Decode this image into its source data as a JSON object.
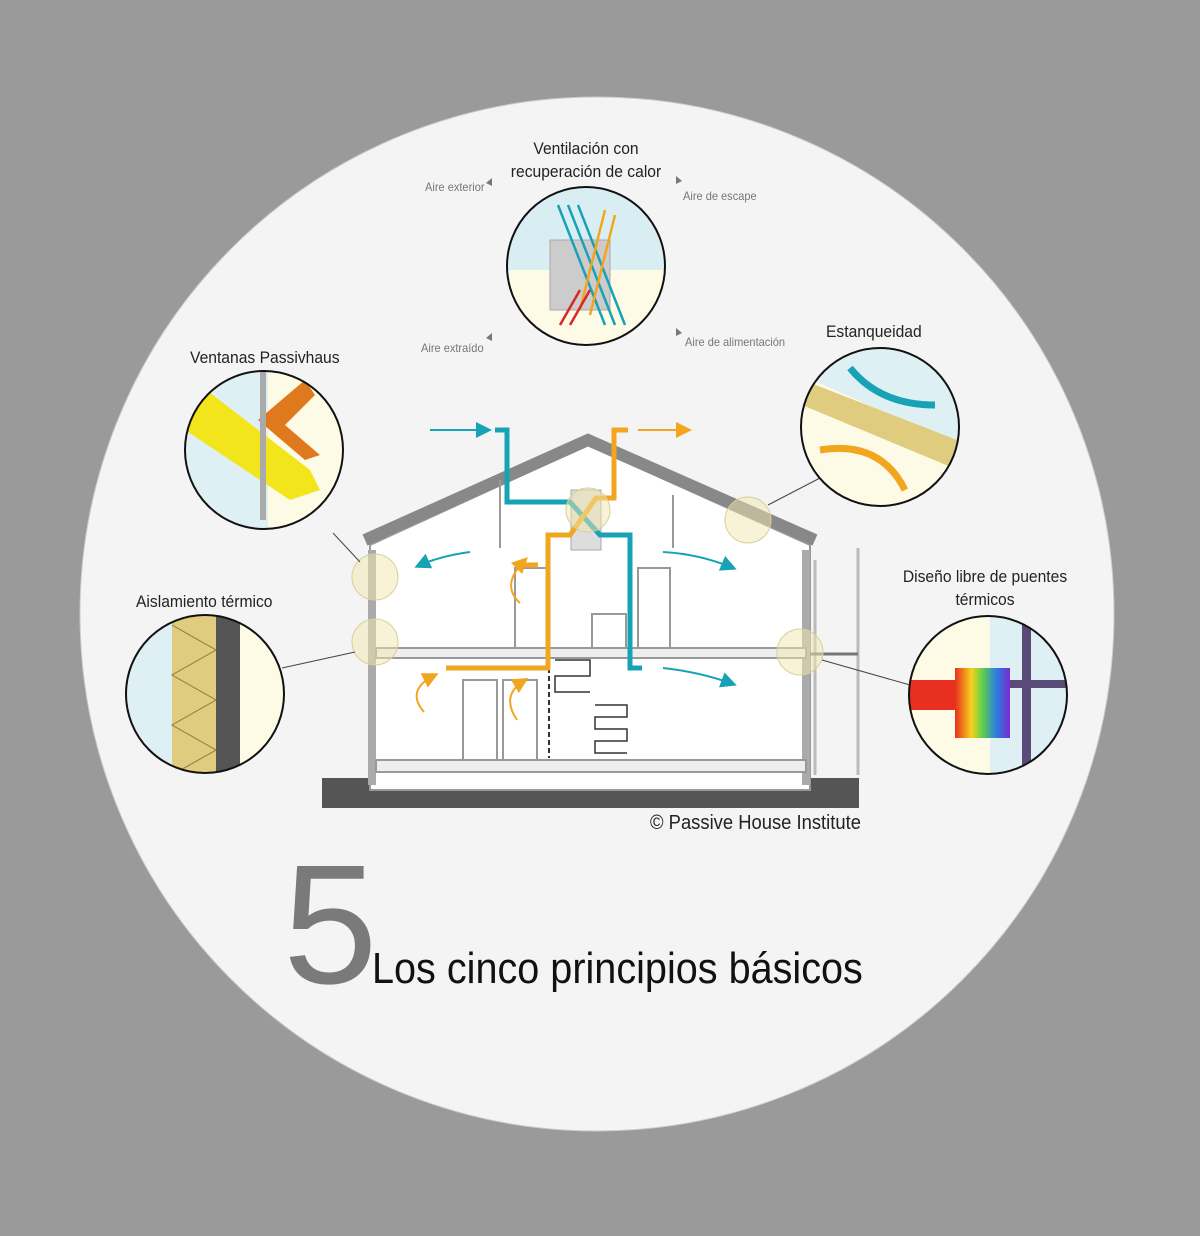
{
  "ventilation": {
    "title_line1": "Ventilación con",
    "title_line2": "recuperación de calor",
    "aire_exterior": "Aire exterior",
    "aire_escape": "Aire de escape",
    "aire_extraido": "Aire extraído",
    "aire_alimentacion": "Aire de alimentación"
  },
  "labels": {
    "ventanas": "Ventanas Passivhaus",
    "estanqueidad": "Estanqueidad",
    "aislamiento": "Aislamiento térmico",
    "puentes_line1": "Diseño libre de puentes",
    "puentes_line2": "térmicos"
  },
  "copyright": "© Passive House Institute",
  "number": "5",
  "title": "Los cinco principios básicos",
  "colors": {
    "background": "#9a9a9a",
    "circle": "#f4f4f4",
    "teal": "#17a3b5",
    "orange": "#f2a51f",
    "red": "#d8262a",
    "yellow": "#f3e51c",
    "insulation": "#e0cc7e"
  }
}
